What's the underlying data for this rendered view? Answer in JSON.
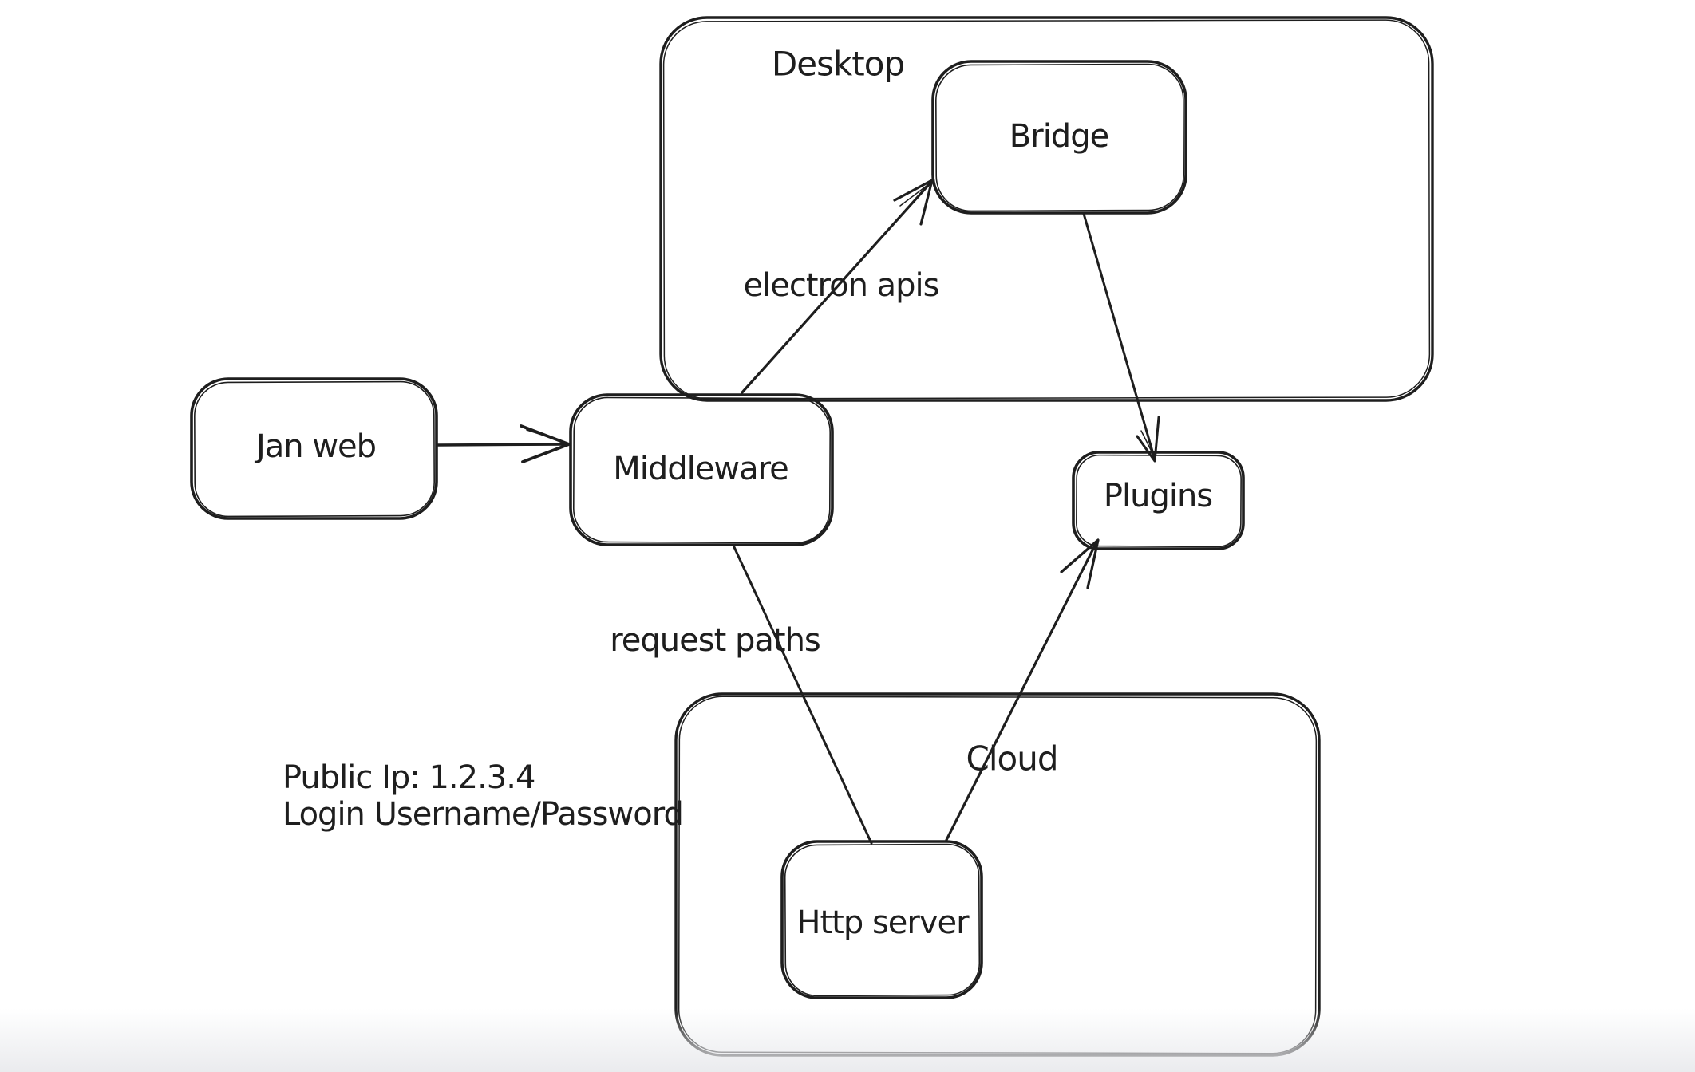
{
  "diagram": {
    "containers": [
      {
        "id": "desktop",
        "label": "Desktop"
      },
      {
        "id": "cloud",
        "label": "Cloud"
      }
    ],
    "nodes": [
      {
        "id": "jan-web",
        "label": "Jan web"
      },
      {
        "id": "middleware",
        "label": "Middleware"
      },
      {
        "id": "bridge",
        "label": "Bridge"
      },
      {
        "id": "plugins",
        "label": "Plugins"
      },
      {
        "id": "http-server",
        "label": "Http server"
      }
    ],
    "edges": [
      {
        "id": "janweb-to-middleware",
        "from": "Jan web",
        "to": "Middleware",
        "label": ""
      },
      {
        "id": "middleware-to-bridge",
        "from": "Middleware",
        "to": "Bridge",
        "label": "electron apis"
      },
      {
        "id": "bridge-to-plugins",
        "from": "Bridge",
        "to": "Plugins",
        "label": ""
      },
      {
        "id": "middleware-to-httpserver",
        "from": "Middleware",
        "to": "Http server",
        "label": "request paths"
      },
      {
        "id": "httpserver-to-plugins",
        "from": "Http server",
        "to": "Plugins",
        "label": ""
      }
    ],
    "annotation": {
      "line1": "Public Ip: 1.2.3.4",
      "line2": "Login Username/Password"
    },
    "colors": {
      "stroke": "#1e1e1e",
      "background": "#ffffff"
    }
  }
}
